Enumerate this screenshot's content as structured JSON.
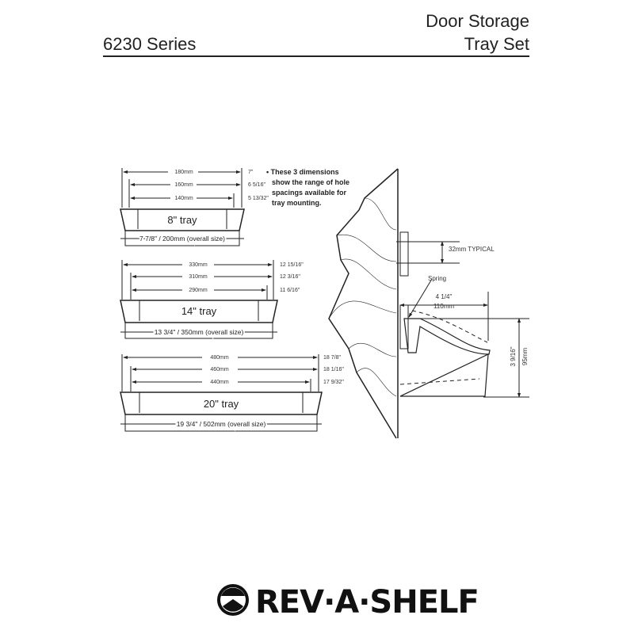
{
  "header": {
    "series": "6230 Series",
    "title_line1": "Door Storage",
    "title_line2": "Tray Set"
  },
  "trays": [
    {
      "label": "8\" tray",
      "dims": [
        "180mm",
        "160mm",
        "140mm"
      ],
      "inches": [
        "7\"",
        "6 5/16\"",
        "5 13/32\""
      ],
      "overall": "7 7/8\" / 200mm (overall size)"
    },
    {
      "label": "14\" tray",
      "dims": [
        "330mm",
        "310mm",
        "290mm"
      ],
      "inches": [
        "12 15/16\"",
        "12 3/16\"",
        "11 6/16\""
      ],
      "overall": "13 3/4\" / 350mm (overall size)"
    },
    {
      "label": "20\" tray",
      "dims": [
        "480mm",
        "460mm",
        "440mm"
      ],
      "inches": [
        "18 7/8\"",
        "18 1/16\"",
        "17 9/32\""
      ],
      "overall": "19 3/4\" / 502mm (overall size)"
    }
  ],
  "note": [
    "• These 3 dimensions",
    "show the range of hole",
    "spacings available for",
    "tray mounting."
  ],
  "side_view": {
    "spacing": "32mm TYPICAL",
    "spring": "Spring",
    "depth_in": "4 1/4\"",
    "depth_mm": "110mm",
    "height_in": "3 9/16\"",
    "height_mm": "95mm"
  },
  "logo": {
    "text": "REV·A·SHELF"
  }
}
